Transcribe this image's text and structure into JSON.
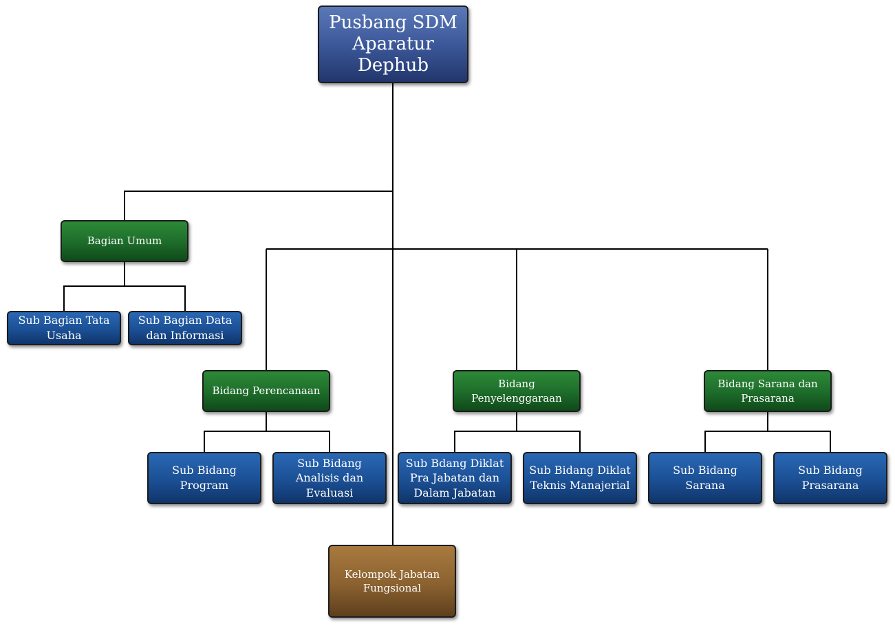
{
  "colors": {
    "root": "#3a5596",
    "department": "#1d6b2a",
    "sub_unit": "#1b4f94",
    "functional_group": "#8a6130",
    "connector": "#000000"
  },
  "root": {
    "label": "Pusbang SDM Aparatur Dephub"
  },
  "bagian_umum": {
    "label": "Bagian Umum",
    "children": [
      {
        "label": "Sub Bagian Tata Usaha"
      },
      {
        "label": "Sub Bagian Data dan Informasi"
      }
    ]
  },
  "bidang": [
    {
      "label": "Bidang Perencanaan",
      "children": [
        {
          "label": "Sub Bidang Program"
        },
        {
          "label": "Sub Bidang Analisis dan Evaluasi"
        }
      ]
    },
    {
      "label": "Bidang Penyelenggaraan",
      "children": [
        {
          "label": "Sub Bdang Diklat Pra Jabatan dan Dalam Jabatan"
        },
        {
          "label": "Sub Bidang Diklat Teknis Manajerial"
        }
      ]
    },
    {
      "label": "Bidang Sarana dan Prasarana",
      "children": [
        {
          "label": "Sub Bidang Sarana"
        },
        {
          "label": "Sub Bidang Prasarana"
        }
      ]
    }
  ],
  "kelompok": {
    "label": "Kelompok Jabatan Fungsional"
  }
}
